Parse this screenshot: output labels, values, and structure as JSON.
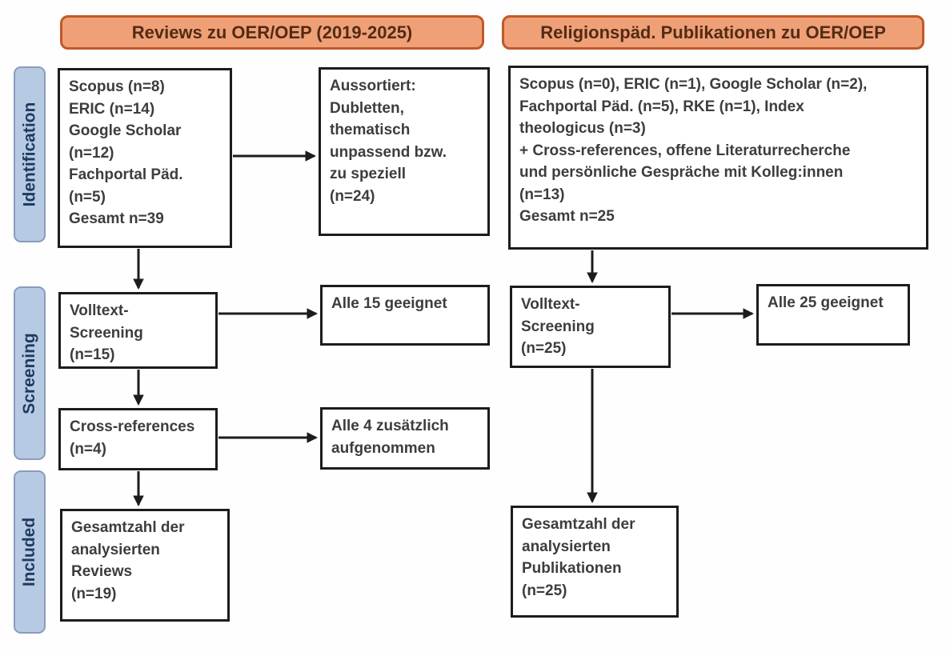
{
  "diagram": {
    "type": "prisma-flowchart",
    "headers": {
      "left": "Reviews zu OER/OEP (2019-2025)",
      "right": "Religionspäd. Publikationen zu OER/OEP"
    },
    "stages": {
      "identification": "Identification",
      "screening": "Screening",
      "included": "Included"
    },
    "left_column": {
      "identification_box": "Scopus (n=8)\nERIC (n=14)\nGoogle Scholar\n(n=12)\nFachportal Päd.\n(n=5)\nGesamt n=39",
      "sorted_out_box": "Aussortiert:\nDubletten,\nthematisch\nunpassend bzw.\nzu speziell\n(n=24)",
      "fulltext_screening_box": "Volltext-\nScreening\n(n=15)",
      "eligible_box": "Alle 15 geeignet",
      "crossref_box": "Cross-references\n(n=4)",
      "added_box": "Alle 4 zusätzlich\naufgenommen",
      "total_box": "Gesamtzahl der\nanalysierten\nReviews\n(n=19)"
    },
    "right_column": {
      "identification_box": "Scopus (n=0), ERIC (n=1), Google Scholar (n=2),\nFachportal Päd. (n=5), RKE (n=1), Index\ntheologicus (n=3)\n+ Cross-references, offene Literaturrecherche\nund persönliche Gespräche mit Kolleg:innen\n(n=13)\nGesamt n=25",
      "fulltext_screening_box": "Volltext-\nScreening\n(n=25)",
      "eligible_box": "Alle 25 geeignet",
      "total_box": "Gesamtzahl der\nanalysierten\nPublikationen\n(n=25)"
    },
    "colors": {
      "header_fill": "#efa077",
      "header_border": "#c05a28",
      "header_text": "#532b15",
      "stage_fill": "#b7cae3",
      "stage_border": "#8a9cba",
      "stage_text": "#1e3a5f",
      "box_border": "#1c1c1c",
      "box_text": "#3d3d3d",
      "arrow": "#1c1c1c"
    }
  }
}
